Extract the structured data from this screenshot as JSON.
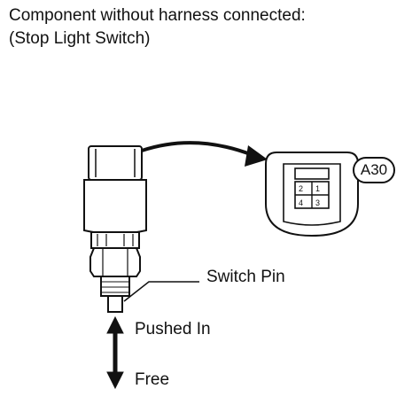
{
  "title": {
    "line1": "Component without harness connected:",
    "line2": "(Stop Light Switch)"
  },
  "labels": {
    "connector_code": "A30",
    "switch_pin": "Switch Pin",
    "pushed_in": "Pushed In",
    "free": "Free"
  },
  "connector": {
    "pins": [
      "2",
      "1",
      "4",
      "3"
    ]
  }
}
